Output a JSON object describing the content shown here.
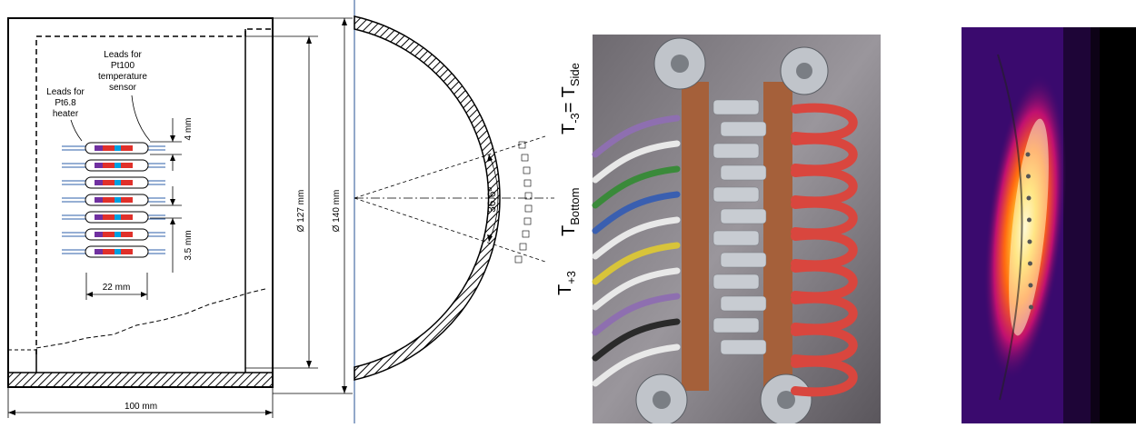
{
  "left_panel": {
    "label_heater_leads": [
      "Leads for",
      "Pt6.8",
      "heater"
    ],
    "label_sensor_leads": [
      "Leads for",
      "Pt100",
      "temperature",
      "sensor"
    ],
    "dim_spacing_top": "4 mm",
    "dim_spacing_bottom": "3.5 mm",
    "dim_sensor_length": "22 mm",
    "dim_inner_diameter": "Ø 127 mm",
    "dim_outer_diameter": "Ø 140 mm",
    "dim_width": "100 mm"
  },
  "middle_panel": {
    "angle_label": "36.6º",
    "t_side": {
      "main": "T",
      "sub": "-3",
      "eq": "= T",
      "sub2": "Side"
    },
    "t_bottom": {
      "main": "T",
      "sub": "Bottom"
    },
    "t_plus": {
      "main": "T",
      "sub": "+3"
    }
  },
  "colors": {
    "sensor_purple": "#7030a0",
    "sensor_red": "#e0302a",
    "sensor_blue": "#00a0e0",
    "lead_wire": "#2e5fa8"
  }
}
